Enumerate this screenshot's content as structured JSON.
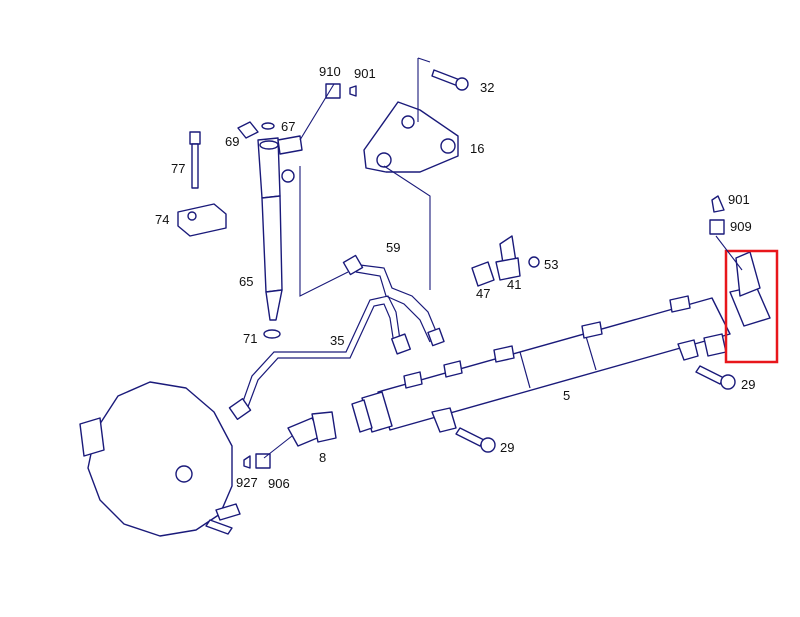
{
  "diagram": {
    "labels": [
      {
        "id": "910",
        "text": "910"
      },
      {
        "id": "901a",
        "text": "901"
      },
      {
        "id": "32",
        "text": "32"
      },
      {
        "id": "67",
        "text": "67"
      },
      {
        "id": "69",
        "text": "69"
      },
      {
        "id": "16",
        "text": "16"
      },
      {
        "id": "77",
        "text": "77"
      },
      {
        "id": "74",
        "text": "74"
      },
      {
        "id": "65",
        "text": "65"
      },
      {
        "id": "59",
        "text": "59"
      },
      {
        "id": "71",
        "text": "71"
      },
      {
        "id": "35",
        "text": "35"
      },
      {
        "id": "41",
        "text": "41"
      },
      {
        "id": "47",
        "text": "47"
      },
      {
        "id": "53",
        "text": "53"
      },
      {
        "id": "901b",
        "text": "901"
      },
      {
        "id": "909",
        "text": "909"
      },
      {
        "id": "5",
        "text": "5"
      },
      {
        "id": "29a",
        "text": "29"
      },
      {
        "id": "29b",
        "text": "29"
      },
      {
        "id": "8",
        "text": "8"
      },
      {
        "id": "927",
        "text": "927"
      },
      {
        "id": "906",
        "text": "906"
      }
    ],
    "highlight": {
      "part": "pressure-regulator-valve",
      "color": "#e8161b"
    },
    "line_color": "#1a1a7a"
  }
}
